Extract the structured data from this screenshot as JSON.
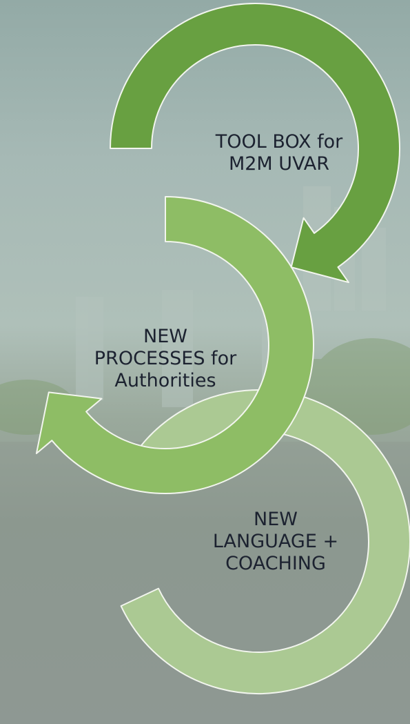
{
  "diagram": {
    "stages": [
      {
        "id": "toolbox",
        "lines": [
          "TOOL BOX for",
          "M2M UVAR"
        ],
        "color": "#68a041"
      },
      {
        "id": "processes",
        "lines": [
          "NEW",
          "PROCESSES for",
          "Authorities"
        ],
        "color": "#8ebd65"
      },
      {
        "id": "language",
        "lines": [
          "NEW",
          "LANGUAGE +",
          "COACHING"
        ],
        "color": "#abc993"
      }
    ],
    "background_color": "#a6b9b5",
    "outline_color": "#f2f5ee"
  }
}
